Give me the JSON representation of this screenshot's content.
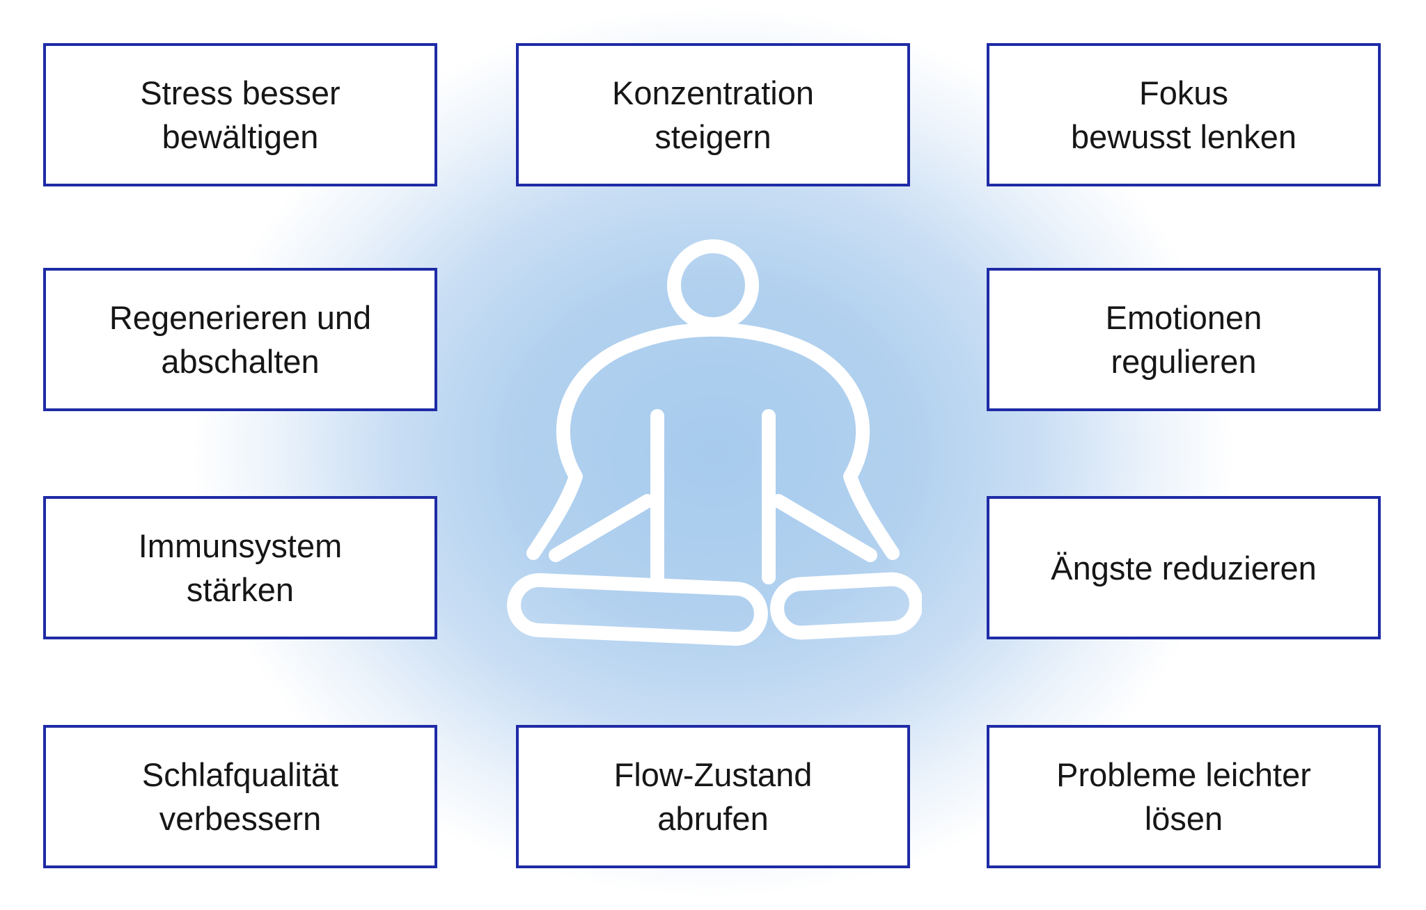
{
  "style": {
    "page_bg": "#ffffff",
    "glow_core": "#a7cbed",
    "glow_mid": "#b2d1ef",
    "glow_soft": "#c9def4",
    "glow_faint": "#ecf3fb",
    "box_border_color": "#1e2ba6",
    "box_fill": "#ffffff",
    "text_color": "#161616",
    "icon_color": "#ffffff"
  },
  "center_icon": {
    "name": "meditation-person-icon"
  },
  "benefits": [
    {
      "label": "Stress besser\nbewältigen"
    },
    {
      "label": "Konzentration\nsteigern"
    },
    {
      "label": "Fokus\nbewusst lenken"
    },
    {
      "label": "Regenerieren und\nabschalten"
    },
    {
      "label": "Emotionen\nregulieren"
    },
    {
      "label": "Immunsystem\nstärken"
    },
    {
      "label": "Ängste reduzieren"
    },
    {
      "label": "Schlafqualität\nverbessern"
    },
    {
      "label": "Flow-Zustand\nabrufen"
    },
    {
      "label": "Probleme leichter\nlösen"
    }
  ]
}
